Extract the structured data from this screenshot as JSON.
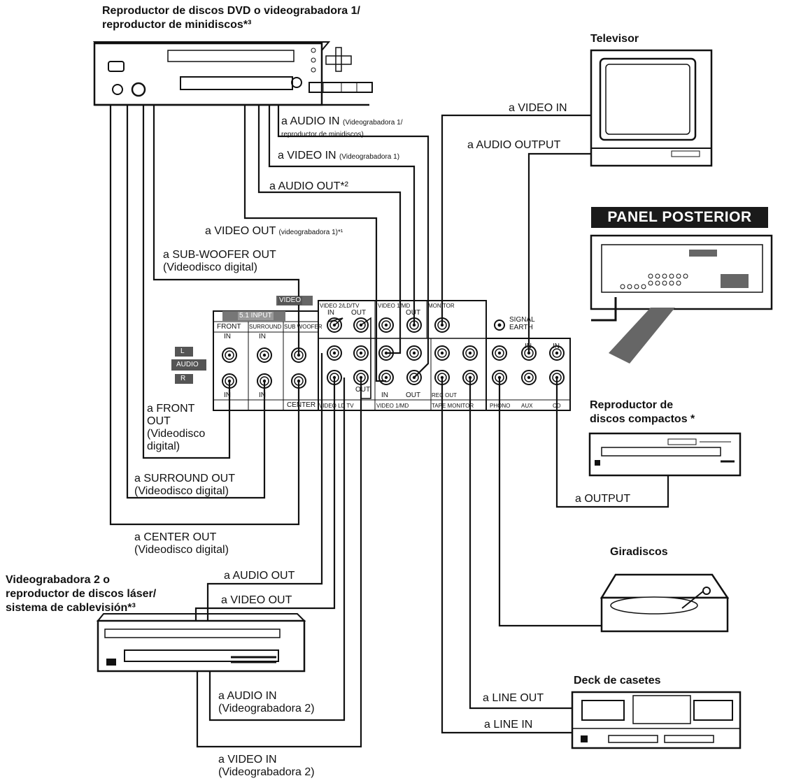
{
  "devices": {
    "dvd_vcr1": "Reproductor de discos DVD o videograbadora 1/ reproductor de minidiscos*³",
    "dvd_vcr1_line1": "Reproductor de discos DVD o videograbadora 1/",
    "dvd_vcr1_line2": "reproductor de minidiscos*³",
    "tv": "Televisor",
    "panel": "PANEL POSTERIOR",
    "cd_line1": "Reproductor de",
    "cd_line2": "discos compactos *",
    "turntable": "Giradiscos",
    "vcr2_line1": "Videograbadora 2 o",
    "vcr2_line2": "reproductor de discos láser/",
    "vcr2_line3": "sistema de cablevisión*³",
    "tape": "Deck de casetes"
  },
  "connections": {
    "audio_in_vcr1": "a AUDIO IN",
    "audio_in_vcr1_note1": "(Videograbadora 1/",
    "audio_in_vcr1_note2": "reproductor de minidiscos)",
    "video_in_vcr1": "a VIDEO IN",
    "video_in_vcr1_note": "(Videograbadora 1)",
    "audio_out_2": "a AUDIO OUT*²",
    "video_out_vcr1": "a VIDEO OUT",
    "video_out_vcr1_note": "(videograbadora 1)*¹",
    "subwoofer_1": "a SUB-WOOFER OUT",
    "subwoofer_2": "(Videodisco digital)",
    "front_1": "a FRONT",
    "front_2": "OUT",
    "front_3": "(Videodisco",
    "front_4": "digital)",
    "surround_1": "a SURROUND OUT",
    "surround_2": "(Videodisco digital)",
    "center_1": "a CENTER OUT",
    "center_2": "(Videodisco digital)",
    "tv_video_in": "a VIDEO IN",
    "tv_audio_output": "a AUDIO OUTPUT",
    "cd_output": "a OUTPUT",
    "vcr2_audio_out": "a AUDIO OUT",
    "vcr2_video_out": "a VIDEO OUT",
    "vcr2_audio_in_1": "a AUDIO IN",
    "vcr2_audio_in_2": "(Videograbadora 2)",
    "vcr2_video_in_1": "a VIDEO IN",
    "vcr2_video_in_2": "(Videograbadora 2)",
    "line_out": "a LINE OUT",
    "line_in": "a LINE IN"
  },
  "receiver_panel": {
    "video": "VIDEO",
    "input_51": "5.1 INPUT",
    "front": "FRONT",
    "surround": "SURROUND",
    "subwoofer": "SUB WOOFER",
    "center": "CENTER",
    "in": "IN",
    "out": "OUT",
    "audio": "AUDIO",
    "l": "L",
    "r": "R",
    "vcr2_ldtv": "VIDEO 2/LD/TV",
    "video1_md": "VIDEO 1/MD",
    "monitor": "MONITOR",
    "video_ld_tv": "VIDEO LD TV",
    "video_md": "VIDEO 1/MD",
    "rec_out": "REC OUT",
    "tape_monitor": "TAPE MONITOR",
    "phono": "PHONO",
    "aux": "AUX",
    "cd": "CD",
    "signal": "SIGNAL",
    "earth": "EARTH"
  }
}
